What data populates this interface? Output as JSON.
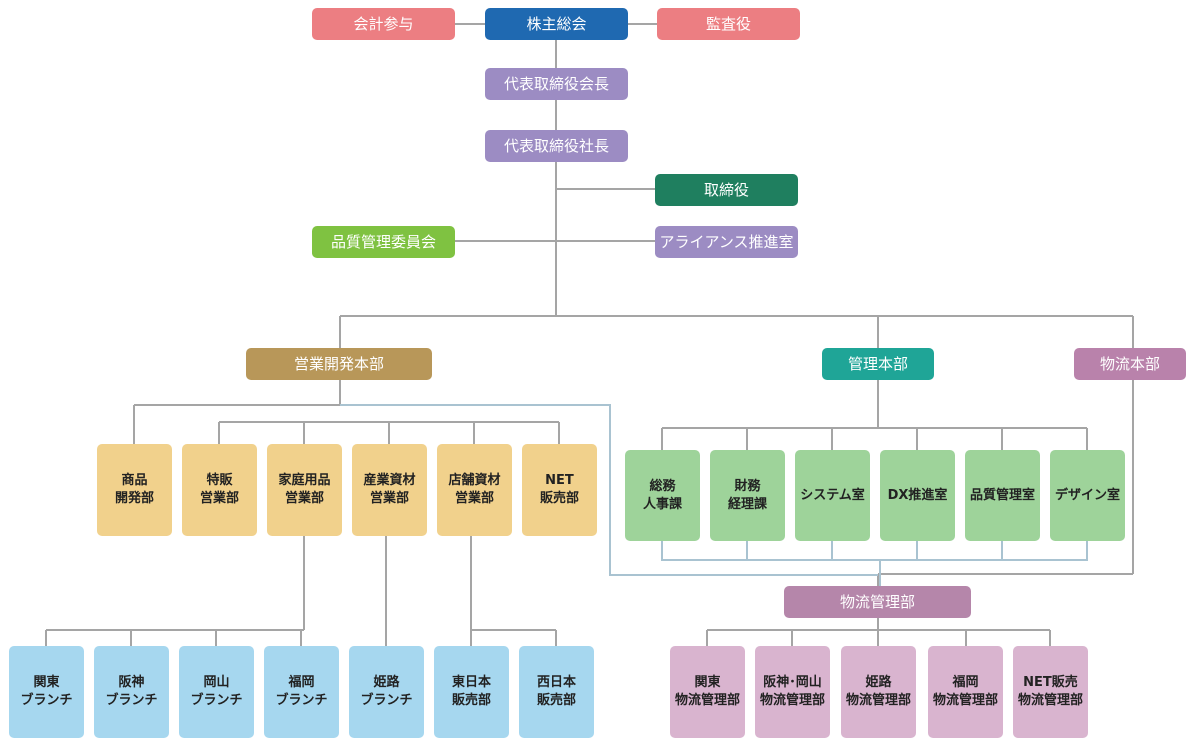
{
  "colors": {
    "navy": "#1f69b1",
    "salmon": "#ec7e82",
    "purple": "#9c8cc3",
    "green_dark": "#1f7f5f",
    "green_light": "#7fc241",
    "tan": "#b89759",
    "teal": "#1fa597",
    "mauve": "#b982ab",
    "mauve_dark": "#b586aa",
    "yellow_box": "#f1d18c",
    "green_box": "#9ed39a",
    "blue_box": "#a6d7ef",
    "pink_box": "#d9b4cf",
    "line_gray": "#a5a5a5",
    "line_blue": "#a9c3d1"
  },
  "top": {
    "shareholders": "株主総会",
    "accounting_advisor": "会計参与",
    "auditor": "監査役",
    "chairman": "代表取締役会長",
    "president": "代表取締役社長",
    "board": "取締役",
    "quality_committee": "品質管理委員会",
    "alliance_office": "アライアンス推進室"
  },
  "divisions": {
    "sales": "営業開発本部",
    "admin": "管理本部",
    "logistics": "物流本部",
    "logistics_mgmt": "物流管理部"
  },
  "sales_depts": [
    {
      "line1": "商品",
      "line2": "開発部"
    },
    {
      "line1": "特販",
      "line2": "営業部"
    },
    {
      "line1": "家庭用品",
      "line2": "営業部"
    },
    {
      "line1": "産業資材",
      "line2": "営業部"
    },
    {
      "line1": "店舗資材",
      "line2": "営業部"
    },
    {
      "line1": "NET",
      "line2": "販売部"
    }
  ],
  "admin_depts": [
    {
      "line1": "総務",
      "line2": "人事課"
    },
    {
      "line1": "財務",
      "line2": "経理課"
    },
    {
      "line1": "システム室",
      "line2": ""
    },
    {
      "line1": "DX推進室",
      "line2": ""
    },
    {
      "line1": "品質管理室",
      "line2": ""
    },
    {
      "line1": "デザイン室",
      "line2": ""
    }
  ],
  "branches": [
    {
      "line1": "関東",
      "line2": "ブランチ"
    },
    {
      "line1": "阪神",
      "line2": "ブランチ"
    },
    {
      "line1": "岡山",
      "line2": "ブランチ"
    },
    {
      "line1": "福岡",
      "line2": "ブランチ"
    },
    {
      "line1": "姫路",
      "line2": "ブランチ"
    },
    {
      "line1": "東日本",
      "line2": "販売部"
    },
    {
      "line1": "西日本",
      "line2": "販売部"
    }
  ],
  "logistics_units": [
    {
      "line1": "関東",
      "line2": "物流管理部"
    },
    {
      "line1": "阪神･岡山",
      "line2": "物流管理部"
    },
    {
      "line1": "姫路",
      "line2": "物流管理部"
    },
    {
      "line1": "福岡",
      "line2": "物流管理部"
    },
    {
      "line1": "NET販売",
      "line2": "物流管理部"
    }
  ]
}
